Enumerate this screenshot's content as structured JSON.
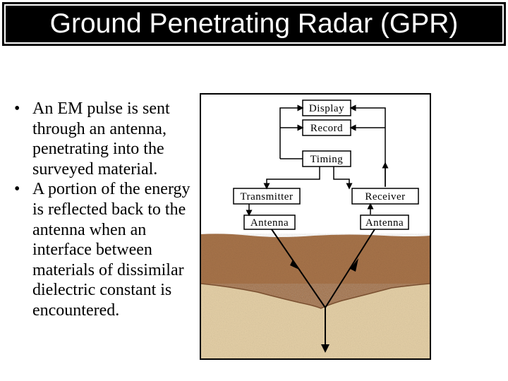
{
  "slide": {
    "title": "Ground Penetrating Radar (GPR)"
  },
  "bullets": [
    "An EM pulse is sent through an antenna, penetrating into the surveyed material.",
    "A portion of the energy is reflected back to the antenna when an interface between materials of dissimilar dielectric constant is encountered."
  ],
  "bullet_symbol": "•",
  "diagram": {
    "labels": {
      "display": "Display",
      "record": "Record",
      "timing": "Timing",
      "transmitter": "Transmitter",
      "receiver": "Receiver",
      "tx_antenna": "Antenna",
      "rx_antenna": "Antenna"
    },
    "colors": {
      "upper_layer": "#a8744a",
      "lower_layer": "#e6d1a8",
      "line": "#000000"
    }
  }
}
